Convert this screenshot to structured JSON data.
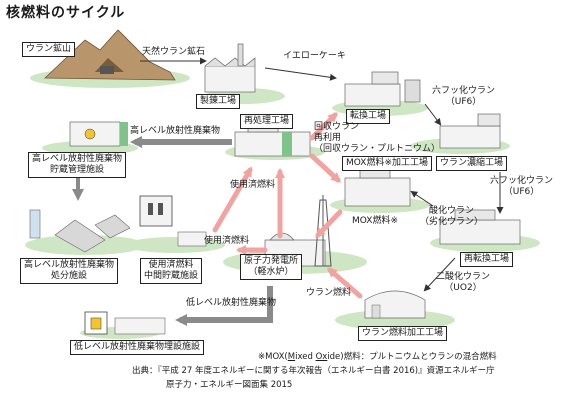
{
  "title": "核燃料のサイクル",
  "facilities": {
    "uranium_mine": "ウラン鉱山",
    "refinery": "製錬工場",
    "conversion": "転換工場",
    "enrichment": "ウラン濃縮工場",
    "reconversion": "再転換工場",
    "fuel_fabrication": "ウラン燃料加工工場",
    "power_plant_line1": "原子力発電所",
    "power_plant_line2": "（軽水炉）",
    "reprocessing": "再処理工場",
    "mox_fabrication": "MOX燃料※加工工場",
    "hlw_storage_line1": "高レベル放射性廃棄物",
    "hlw_storage_line2": "貯蔵管理施設",
    "hlw_disposal_line1": "高レベル放射性廃棄物",
    "hlw_disposal_line2": "処分施設",
    "spent_fuel_storage_line1": "使用済燃料",
    "spent_fuel_storage_line2": "中間貯蔵施設",
    "llw_disposal": "低レベル放射性廃棄物埋設施設"
  },
  "flows": {
    "natural_uranium_ore": "天然ウラン鉱石",
    "yellowcake": "イエローケーキ",
    "uf6_top_line1": "六フッ化ウラン",
    "uf6_top_line2": "（UF6）",
    "uf6_mid_line1": "六フッ化ウラン",
    "uf6_mid_line2": "（UF6）",
    "uranium_oxide_line1": "酸化ウラン",
    "uranium_oxide_line2": "（劣化ウラン）",
    "uranium_dioxide_line1": "二酸化ウラン",
    "uranium_dioxide_line2": "（UO2）",
    "uranium_fuel": "ウラン燃料",
    "mox_fuel": "MOX燃料※",
    "spent_fuel_1": "使用済燃料",
    "spent_fuel_2": "使用済燃料",
    "hlw": "高レベル放射性廃棄物",
    "llw": "低レベル放射性廃棄物",
    "recovered_uranium_line1": "回収ウラン",
    "recovered_uranium_line2": "再利用",
    "recovered_uranium_line3": "（回収ウラン・プルトニウム）"
  },
  "footnote": {
    "mox_def_prefix": "※MOX(",
    "mox_M": "M",
    "mox_ixed": "ixed ",
    "mox_Ox": "Ox",
    "mox_ide": "ide",
    "mox_def_suffix": ")燃料：プルトニウムとウランの混合燃料",
    "source_line1": "出典：『平成 27 年度エネルギーに関する年次報告（エネルギー白書 2016)』資源エネルギー庁",
    "source_line2": "原子力・エネルギー図面集 2015"
  },
  "colors": {
    "cycle_arrow": "#f1a3a0",
    "waste_arrow": "#8a8a8a",
    "ground_green": "#cfe6c4",
    "mountain": "#b8956a",
    "building": "#f3f3f3",
    "building_shade": "#bdbdbd",
    "accent_green": "#7fc28a"
  }
}
